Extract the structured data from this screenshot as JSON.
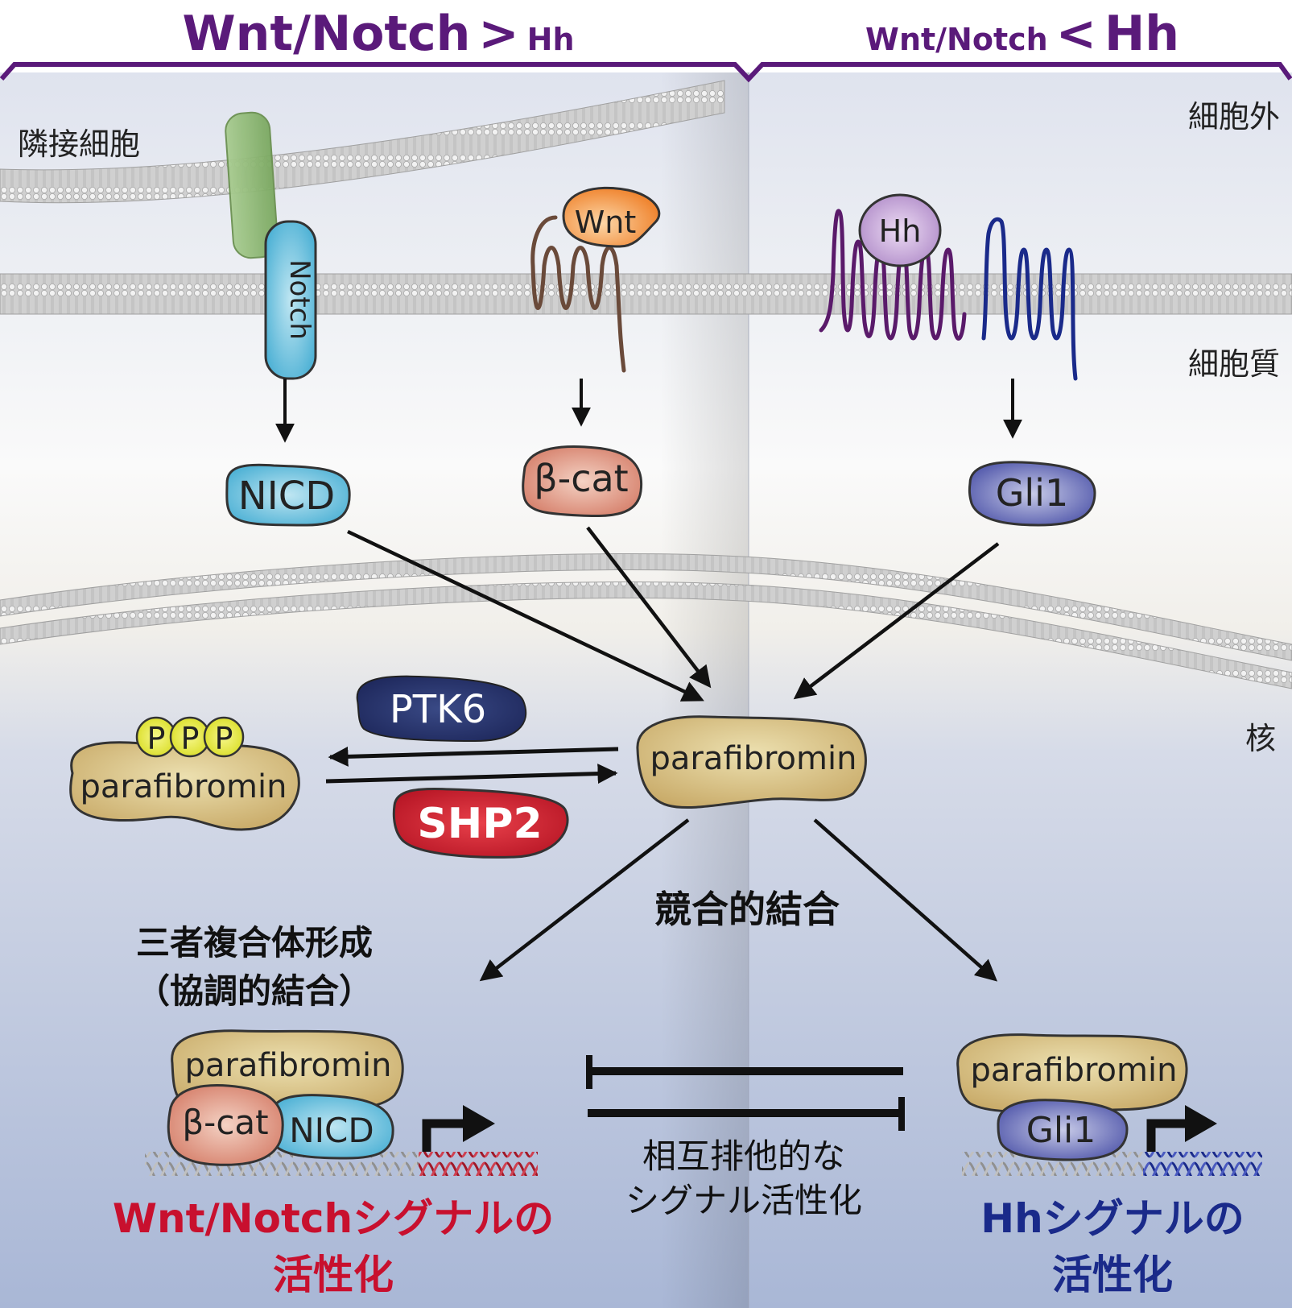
{
  "header": {
    "left": {
      "a": "Wnt/Notch",
      "op": ">",
      "b": "Hh"
    },
    "right": {
      "a": "Wnt/Notch",
      "op": "<",
      "b": "Hh"
    }
  },
  "regions": {
    "neighbor_cell": "隣接細胞",
    "extracellular": "細胞外",
    "cytoplasm": "細胞質",
    "nucleus": "核"
  },
  "receptors": {
    "notch": "Notch",
    "wnt": "Wnt",
    "hh": "Hh"
  },
  "effectors": {
    "nicd": "NICD",
    "bcat": "β-cat",
    "gli1": "Gli1"
  },
  "center": {
    "parafibromin": "parafibromin",
    "phospho_parafibromin": "parafibromin",
    "phospho": [
      "P",
      "P",
      "P"
    ],
    "kinase": "PTK6",
    "phosphatase": "SHP2",
    "competitive_binding": "競合的結合"
  },
  "left_complex": {
    "title_line1": "三者複合体形成",
    "title_line2": "（協調的結合）",
    "parafibromin": "parafibromin",
    "bcat": "β-cat",
    "nicd": "NICD",
    "result_line1": "Wnt/Notchシグナルの",
    "result_line2": "活性化"
  },
  "right_complex": {
    "parafibromin": "parafibromin",
    "gli1": "Gli1",
    "result_line1": "Hhシグナルの",
    "result_line2": "活性化"
  },
  "mutual": {
    "line1": "相互排他的な",
    "line2": "シグナル活性化"
  },
  "colors": {
    "purple_header": "#5a1a7a",
    "red_result": "#c8102e",
    "blue_result": "#1a2a8a",
    "parafibromin": "#c8aa6a",
    "nicd": "#4fb6d6",
    "bcat": "#d9826a",
    "gli1": "#4b52a8",
    "ptk6": "#1f2a5c",
    "shp2": "#c8102e",
    "wnt": "#f08030",
    "hh": "#a880c0",
    "notch_ligand": "#8ab870"
  }
}
